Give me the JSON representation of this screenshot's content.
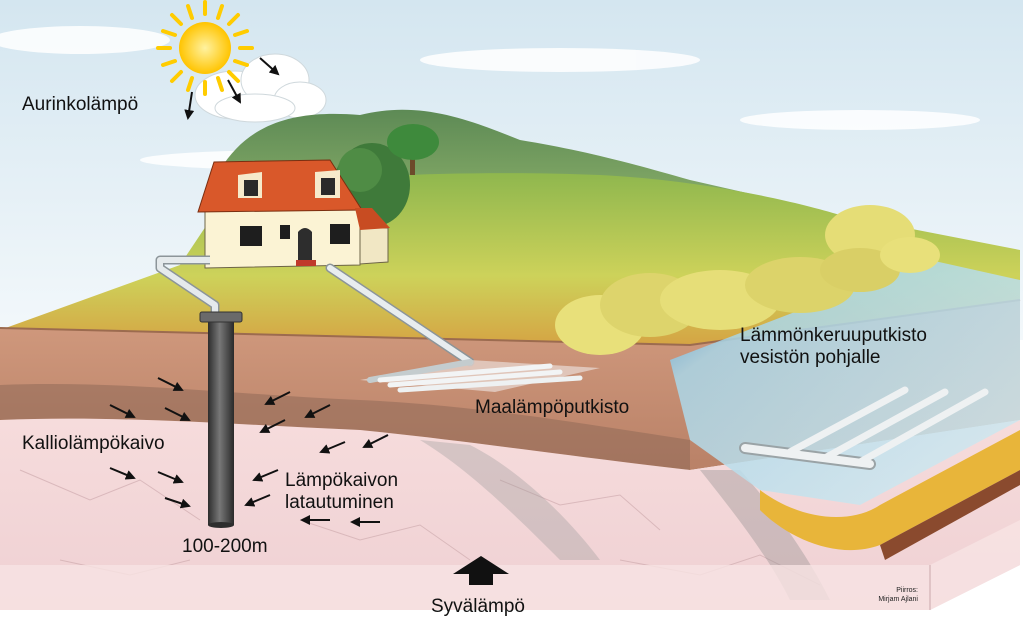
{
  "labels": {
    "aurinkolampo": "Aurinkolämpö",
    "kalliolampokaivo": "Kalliolämpökaivo",
    "maalampoputkisto": "Maalämpöputkisto",
    "lammonkeruu_line1": "Lämmönkeruuputkisto",
    "lammonkeruu_line2": "vesistön pohjalle",
    "latautuminen_line1": "Lämpökaivon",
    "latautuminen_line2": "latautuminen",
    "depth": "100-200m",
    "syvalampo": "Syvälämpö"
  },
  "credit": {
    "line1": "Piirros:",
    "line2": "Mirjam Ajlani"
  },
  "colors": {
    "sky": "#e6f1f7",
    "hill": "#6f9a5e",
    "meadow": "#b7cc5c",
    "soil": "#c48e73",
    "bedrock": "#f2d5d6",
    "water": "#bfe1ea",
    "roof": "#d9582a",
    "sun": "#ffd21f",
    "pipe": "#dfe4e6",
    "well": "#4a4a4a",
    "arrow": "#111111"
  },
  "icons": [
    "sun-icon",
    "cloud-icon",
    "house-icon",
    "tree-icon",
    "bush-icon",
    "arrow-icon"
  ]
}
